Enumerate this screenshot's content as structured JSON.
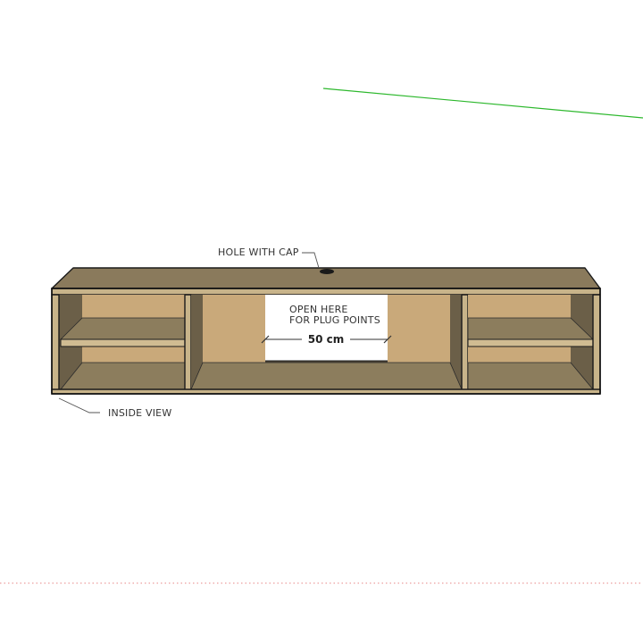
{
  "annotations": {
    "hole_with_cap": "HOLE WITH CAP",
    "inside_view": "INSIDE VIEW",
    "open_here_line1": "OPEN HERE",
    "open_here_line2": "FOR PLUG POINTS",
    "dimension": "50 cm"
  },
  "colors": {
    "top_surface": "#8a7a5c",
    "front_edge": "#c8b48a",
    "inner_shadow": "#544b3a",
    "back_panel": "#c9a97a",
    "shelf_top": "#8c7d5d",
    "shelf_front": "#d0bc92",
    "axis_green": "#2db82d",
    "ground_red": "#e06060"
  }
}
